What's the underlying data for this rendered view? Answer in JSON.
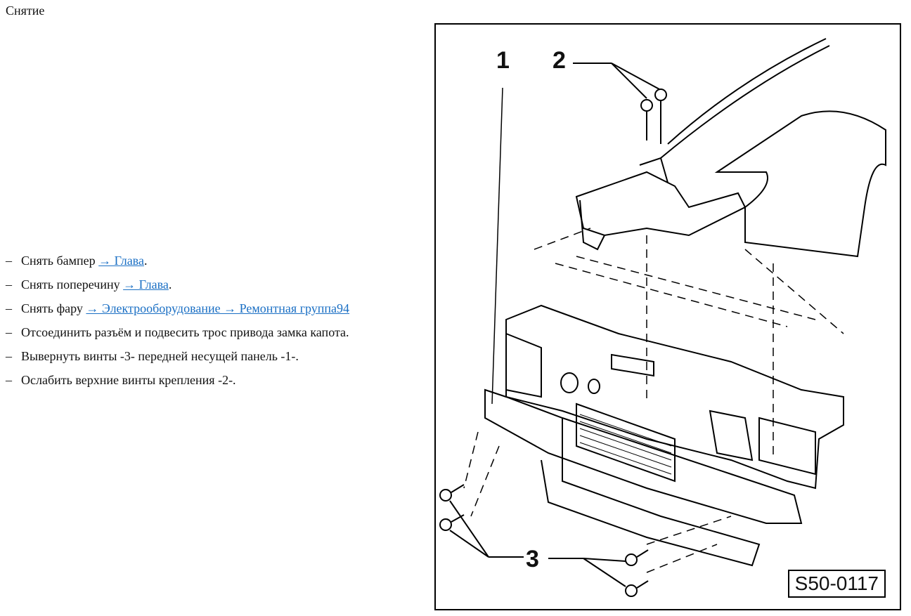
{
  "section_title": "Снятие",
  "steps": [
    {
      "text": "Снять бампер ",
      "link": "→ Глава",
      "after": "."
    },
    {
      "text": "Снять поперечину ",
      "link": "→ Глава",
      "after": "."
    },
    {
      "text": "Снять фару ",
      "link": "→ Электрооборудование → Ремонтная группа94",
      "after": ""
    },
    {
      "text": "Отсоединить разъём и подвесить трос привода замка капота.",
      "link": null,
      "after": ""
    },
    {
      "text": "Вывернуть винты -3- передней несущей панель -1-.",
      "link": null,
      "after": ""
    },
    {
      "text": "Ослабить верхние винты крепления -2-.",
      "link": null,
      "after": ""
    }
  ],
  "dash": "–",
  "figure": {
    "labels": {
      "one": "1",
      "two": "2",
      "three": "3"
    },
    "code": "S50-0117"
  }
}
